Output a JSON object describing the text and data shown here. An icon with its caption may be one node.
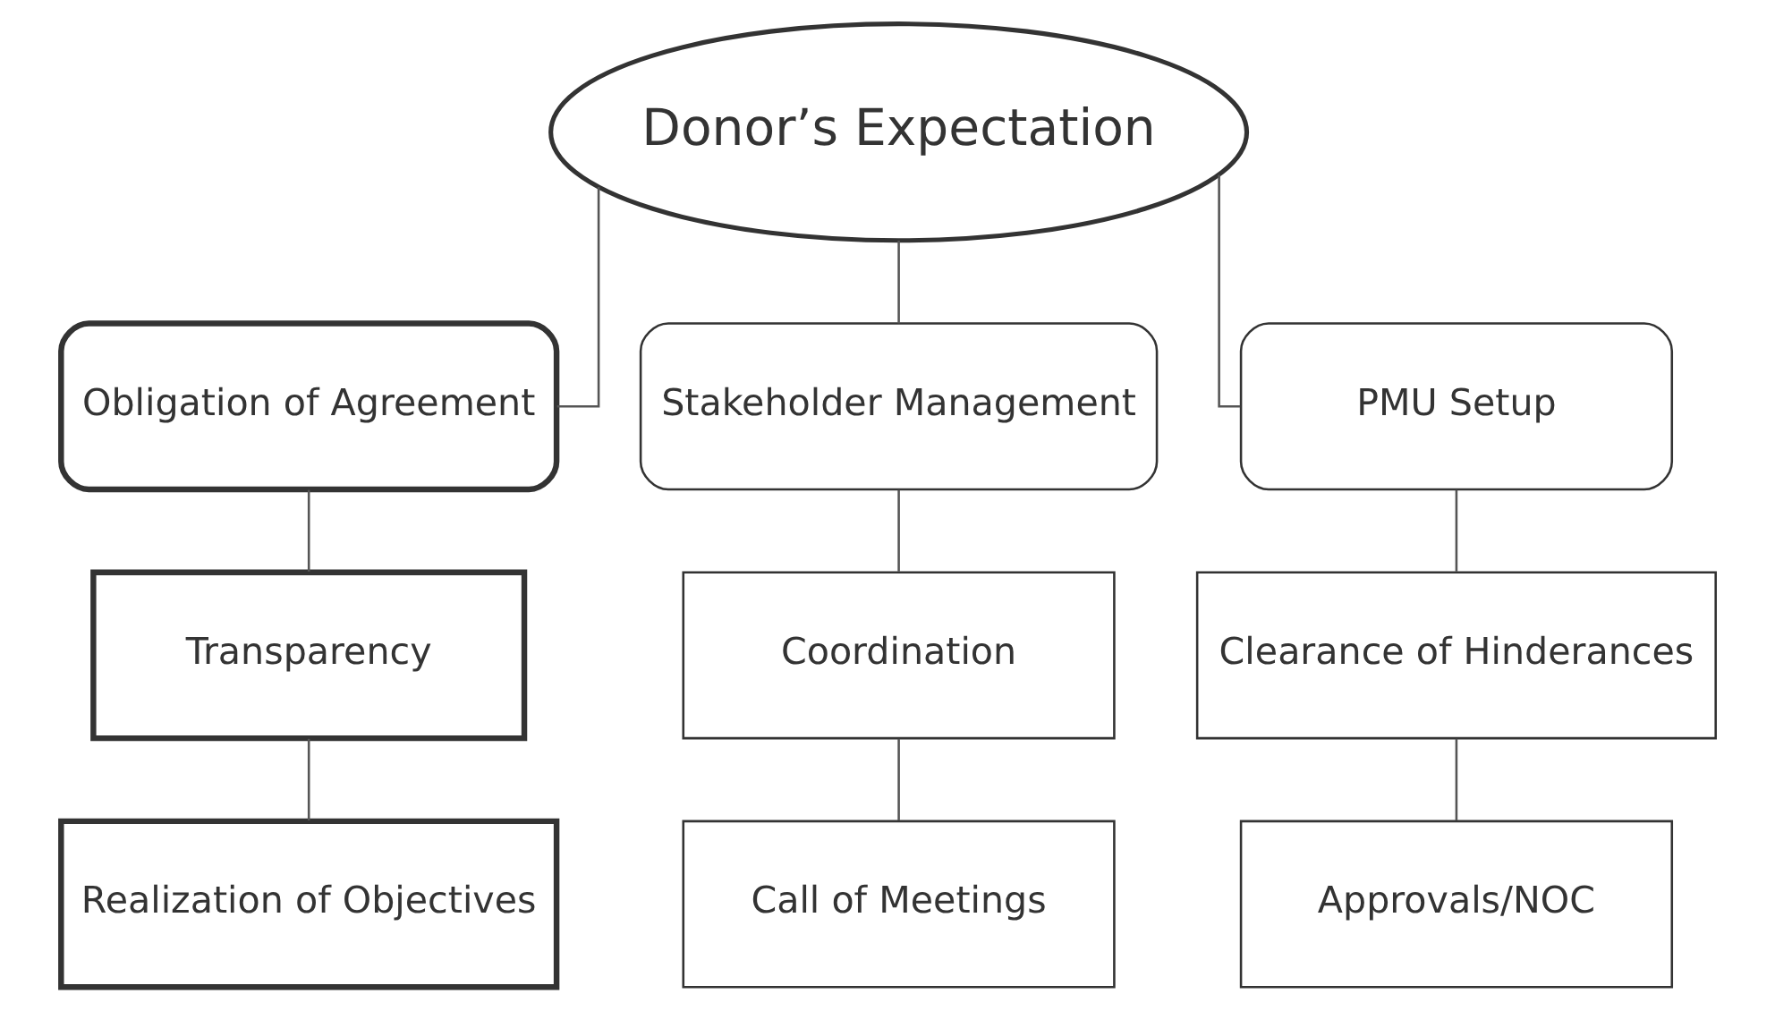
{
  "diagram": {
    "nodes": [
      {
        "text": [
          "Donor’s Expectation"
        ]
      },
      {
        "text": [
          "Obligation of Agreement"
        ]
      },
      {
        "text": [
          "Stakeholder Management"
        ]
      },
      {
        "text": [
          "PMU Setup"
        ]
      },
      {
        "text": [
          "Transparency"
        ]
      },
      {
        "text": [
          "Coordination"
        ]
      },
      {
        "text": [
          "Clearance of Hinderances"
        ]
      },
      {
        "text": [
          "Realization of Objectives"
        ]
      },
      {
        "text": [
          "Call of Meetings"
        ]
      },
      {
        "text": [
          "Approvals/NOC"
        ]
      }
    ],
    "edges": [
      {
        "from": 0,
        "to": 1,
        "arrow": "none"
      },
      {
        "from": 0,
        "to": 2,
        "arrow": "none"
      },
      {
        "from": 0,
        "to": 3,
        "arrow": "none"
      },
      {
        "from": 1,
        "to": 4,
        "arrow": "none"
      },
      {
        "from": 2,
        "to": 5,
        "arrow": "none"
      },
      {
        "from": 3,
        "to": 6,
        "arrow": "none"
      },
      {
        "from": 4,
        "to": 7,
        "arrow": "none"
      },
      {
        "from": 5,
        "to": 8,
        "arrow": "none"
      },
      {
        "from": 6,
        "to": 9,
        "arrow": "none"
      }
    ]
  }
}
